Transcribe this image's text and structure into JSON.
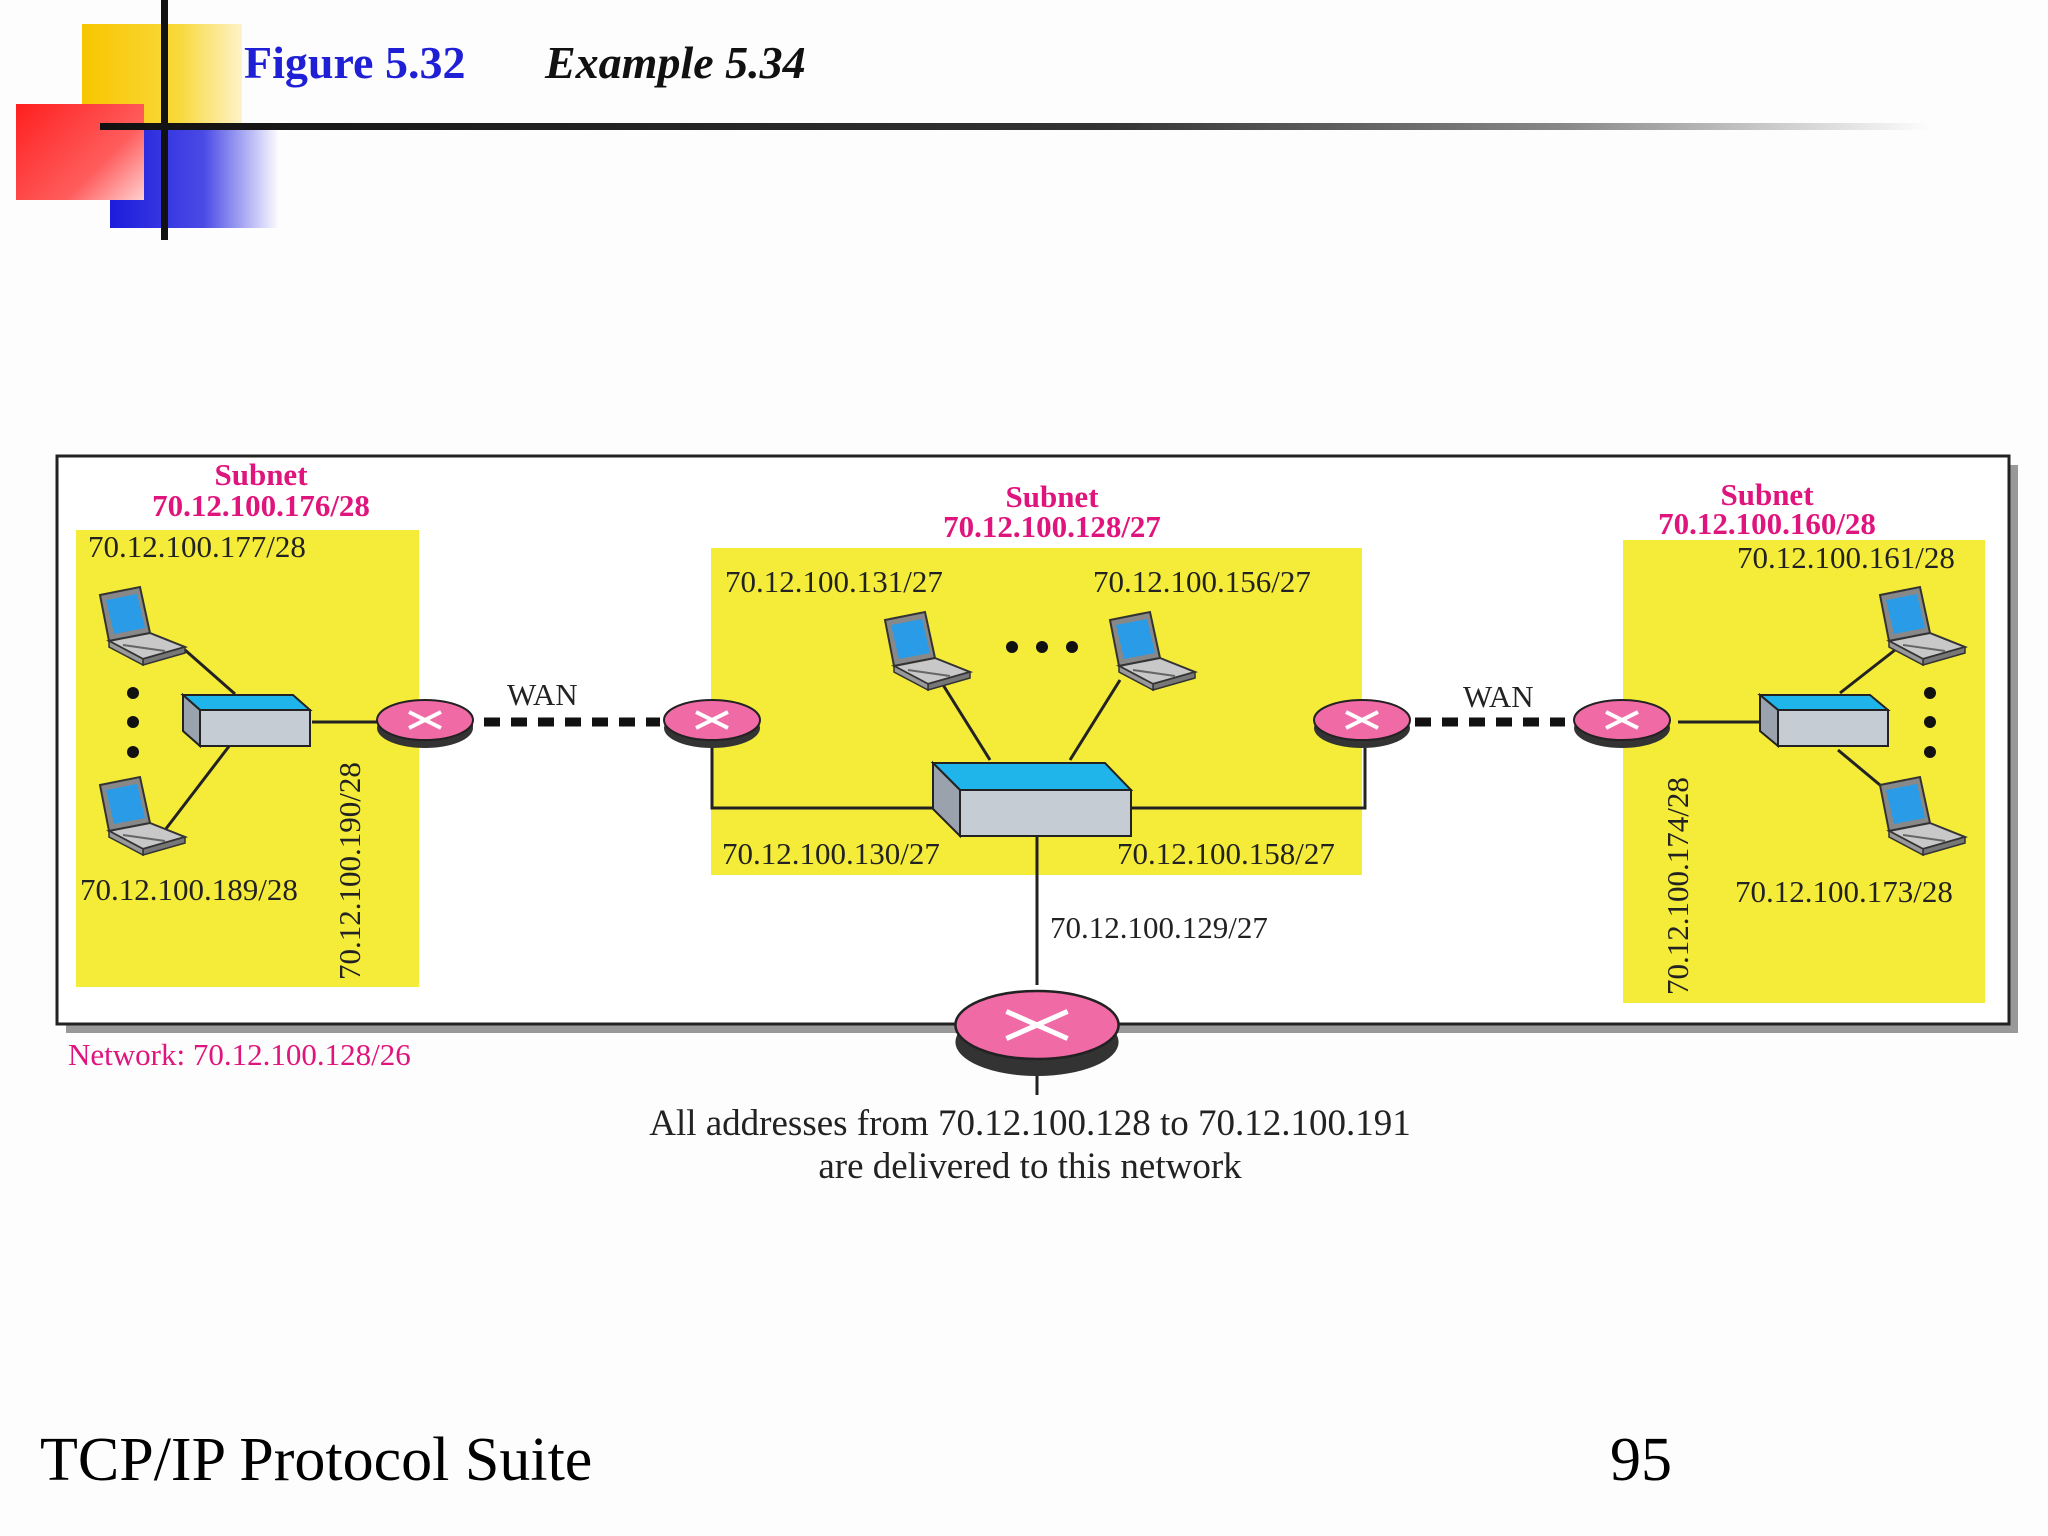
{
  "header": {
    "figure_number": "Figure 5.32",
    "example": "Example 5.34"
  },
  "footer": {
    "title": "TCP/IP Protocol Suite",
    "page_number": "95"
  },
  "colors": {
    "subnet_fill": "#f5ec3a",
    "subnet_label": "#e0147d",
    "router": "#f06aa6",
    "switch_top": "#1fb4ea",
    "figure_title": "#1f1fd6"
  },
  "diagram": {
    "subnets": {
      "left": {
        "title": "Subnet",
        "prefix": "70.12.100.176/28",
        "host_top": "70.12.100.177/28",
        "host_bottom": "70.12.100.189/28",
        "router_if": "70.12.100.190/28"
      },
      "center": {
        "title": "Subnet",
        "prefix": "70.12.100.128/27",
        "host_left": "70.12.100.131/27",
        "host_right": "70.12.100.156/27",
        "router_if_left": "70.12.100.130/27",
        "router_if_right": "70.12.100.158/27",
        "router_if_bottom": "70.12.100.129/27"
      },
      "right": {
        "title": "Subnet",
        "prefix": "70.12.100.160/28",
        "host_top": "70.12.100.161/28",
        "host_bottom": "70.12.100.173/28",
        "router_if": "70.12.100.174/28"
      }
    },
    "wan_left": "WAN",
    "wan_right": "WAN",
    "network_label": "Network: 70.12.100.128/26",
    "caption_line1": "All addresses from 70.12.100.128 to 70.12.100.191",
    "caption_line2": "are delivered to this network"
  }
}
